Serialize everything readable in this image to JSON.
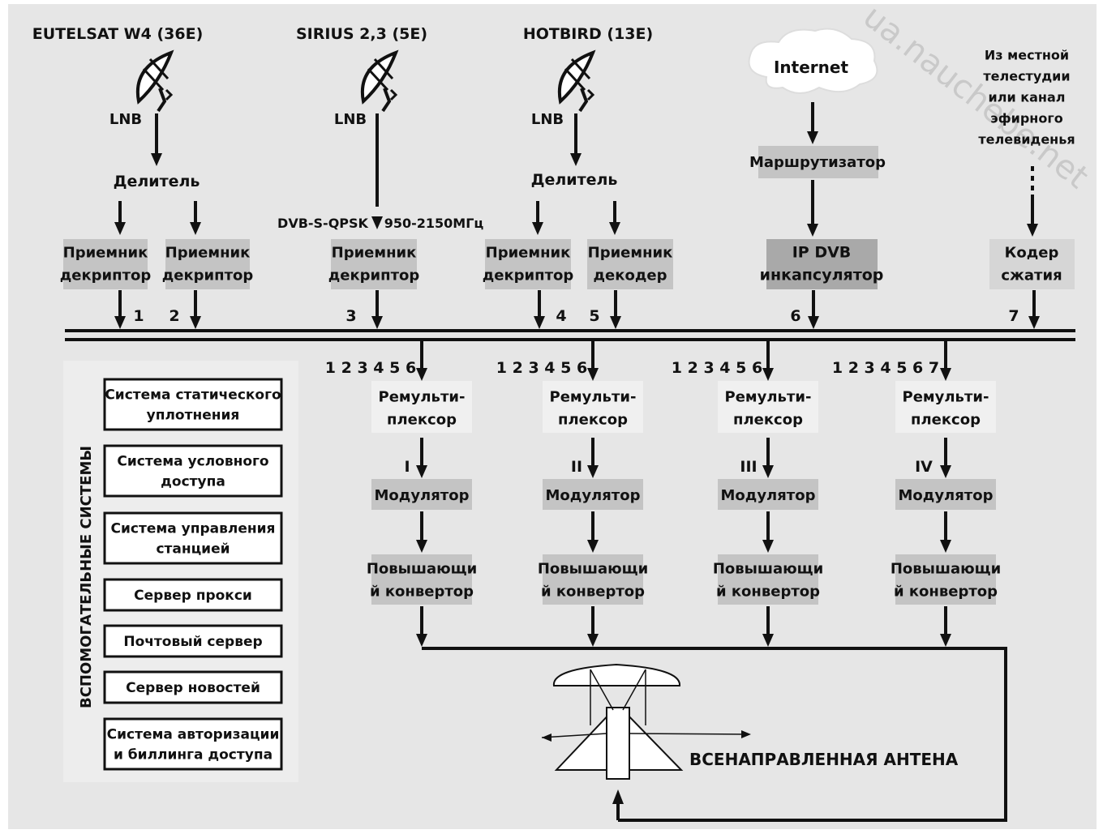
{
  "satellites": [
    "EUTELSAT W4 (36E)",
    "SIRIUS 2,3 (5E)",
    "HOTBIRD (13E)"
  ],
  "lnb_label": "LNB",
  "splitter_label": "Делитель",
  "dvb_label": "DVB-S-QPSK",
  "freq_label": "950-2150МГц",
  "internet_label": "Internet",
  "router_label": "Маршрутизатор",
  "local_source": [
    "Из местной",
    "телестудии",
    "или канал",
    "эфирного",
    "телевиденья"
  ],
  "receivers": [
    [
      "Приемник",
      "декриптор"
    ],
    [
      "Приемник",
      "декриптор"
    ],
    [
      "Приемник",
      "декриптор"
    ],
    [
      "Приемник",
      "декриптор"
    ],
    [
      "Приемник",
      "декодер"
    ]
  ],
  "ip_dvb": [
    "IP DVB",
    "инкапсулятор"
  ],
  "coder": [
    "Кодер",
    "сжатия"
  ],
  "bus_numbers": [
    "1",
    "2",
    "3",
    "4",
    "5",
    "6",
    "7"
  ],
  "channels": [
    {
      "inputs": "1 2 3 4 5 6",
      "remux": [
        "Ремульти-",
        "плексор"
      ],
      "roman": "I",
      "modulator": "Модулятор",
      "converter": [
        "Повышающи",
        "й конвертор"
      ]
    },
    {
      "inputs": "1 2 3 4 5 6",
      "remux": [
        "Ремульти-",
        "плексор"
      ],
      "roman": "II",
      "modulator": "Модулятор",
      "converter": [
        "Повышающи",
        "й конвертор"
      ]
    },
    {
      "inputs": "1 2 3 4 5 6",
      "remux": [
        "Ремульти-",
        "плексор"
      ],
      "roman": "III",
      "modulator": "Модулятор",
      "converter": [
        "Повышающи",
        "й конвертор"
      ]
    },
    {
      "inputs": "1 2 3 4 5 6 7",
      "remux": [
        "Ремульти-",
        "плексор"
      ],
      "roman": "IV",
      "modulator": "Модулятор",
      "converter": [
        "Повышающи",
        "й конвертор"
      ]
    }
  ],
  "aux_title": "ВСПОМОГАТЕЛЬНЫЕ СИСТЕМЫ",
  "aux_systems": [
    [
      "Система статического",
      "уплотнения"
    ],
    [
      "Система условного",
      "доступа"
    ],
    [
      "Система управления",
      "станцией"
    ],
    [
      "Сервер прокси"
    ],
    [
      "Почтовый сервер"
    ],
    [
      "Сервер новостей"
    ],
    [
      "Система авторизации",
      "и биллинга доступа"
    ]
  ],
  "antenna_label": "ВСЕНАПРАВЛЕННАЯ АНТЕНА",
  "watermark": "ua.nauchebe.net",
  "colors": {
    "background": "#e6e6e6",
    "box_fill": "#c4c4c4",
    "box_fill_dark": "#a9a9a9",
    "line": "#111111",
    "aux_box": "#ffffff"
  }
}
